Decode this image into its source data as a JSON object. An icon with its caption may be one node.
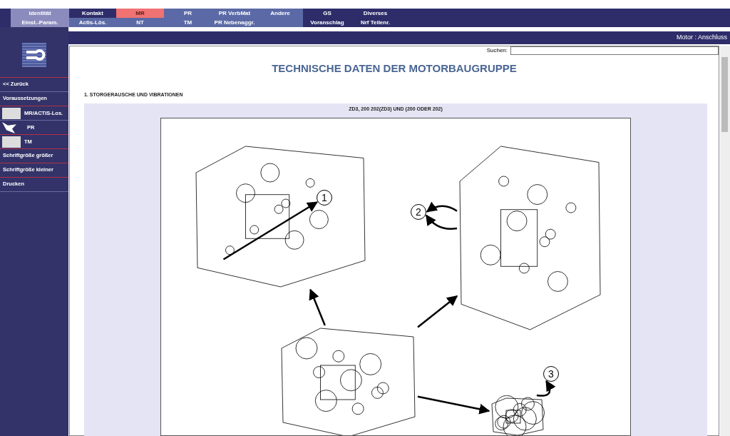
{
  "diagram": {
    "title": "TECHNISCHE DATEN DER MOTORBAUGRUPPE",
    "nodes": [
      {
        "text": [
          "1"
        ],
        "in": 3
      },
      {
        "text": [
          "2"
        ]
      },
      {
        "text": [
          "3"
        ]
      },
      {
        "text": [],
        "shape": "picture"
      },
      {
        "text": [],
        "shape": "picture"
      },
      {
        "text": [],
        "shape": "picture"
      },
      {
        "text": [],
        "shape": "picture"
      }
    ],
    "edges": [
      {
        "from": 3,
        "to": 0,
        "arrow": "to"
      },
      {
        "from": 4,
        "to": 1,
        "arrow": "to"
      },
      {
        "from": 4,
        "to": 1,
        "arrow": "to"
      },
      {
        "from": 6,
        "to": 2,
        "arrow": "to"
      },
      {
        "from": 5,
        "to": 3,
        "arrow": "to"
      },
      {
        "from": 5,
        "to": 4,
        "arrow": "to"
      },
      {
        "from": 5,
        "to": 6,
        "arrow": "to"
      }
    ],
    "labels": [
      "Identität",
      "Kontakt",
      "MR",
      "PR",
      "PR VerbMat",
      "Andere",
      "GS",
      "Diverses",
      "Einst.-Param.",
      "Actis-Lös.",
      "NT",
      "TM",
      "PR Nebenaggr.",
      "Voranschlag",
      "Nrf Teilenr.",
      "Motor : Anschluss",
      "Suchen:",
      "<< Zurück",
      "Voraussetzungen",
      "MR/ACTIS-Los.",
      "PR",
      "TM",
      "Schriftgröße größer",
      "Schriftgröße kleiner",
      "Drucken",
      "1. STORGERAUSCHE UND VIBRATIONEN",
      "ZD3, 200 202(ZD3) UND (200 ODER 202)"
    ]
  }
}
